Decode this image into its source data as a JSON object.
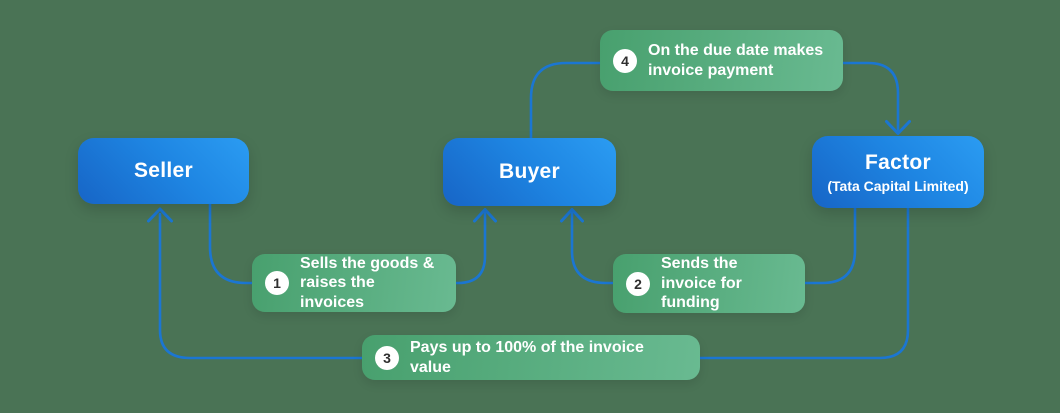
{
  "diagram": {
    "background_color": "#4a7355",
    "line_color": "#1b76d2",
    "node_gradient": [
      "#1765c6",
      "#2b9cf2"
    ],
    "step_gradient": [
      "#48a06e",
      "#69ba91"
    ],
    "step_number_color": "#2f2f2f",
    "text_color": "#ffffff"
  },
  "nodes": [
    {
      "id": "seller",
      "label": "Seller"
    },
    {
      "id": "buyer",
      "label": "Buyer"
    },
    {
      "id": "factor",
      "label": "Factor",
      "sublabel": "(Tata Capital Limited)"
    }
  ],
  "steps": [
    {
      "number": "1",
      "text": "Sells the goods & raises the invoices"
    },
    {
      "number": "2",
      "text": "Sends the invoice for funding"
    },
    {
      "number": "3",
      "text": "Pays up to 100% of the invoice value"
    },
    {
      "number": "4",
      "text": "On the due date makes invoice payment"
    }
  ]
}
